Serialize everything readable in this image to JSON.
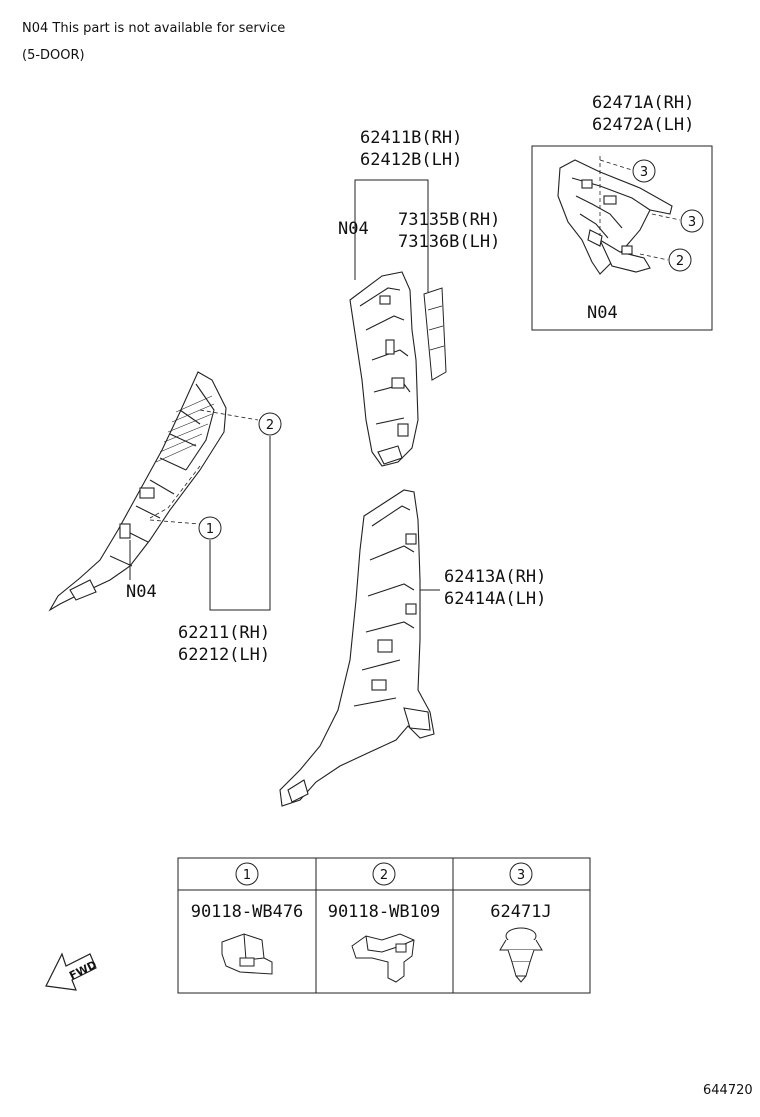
{
  "notes": {
    "n04_note": "N04  This part is not available for service",
    "door_note": "(5-DOOR)"
  },
  "labels": {
    "p62471": [
      "62471A(RH)",
      "62472A(LH)"
    ],
    "p62411": [
      "62411B(RH)",
      "62412B(LH)"
    ],
    "p73135": [
      "73135B(RH)",
      "73136B(LH)"
    ],
    "p62413": [
      "62413A(RH)",
      "62414A(LH)"
    ],
    "p62211": [
      "62211(RH)",
      "62212(LH)"
    ],
    "n04": "N04"
  },
  "callouts": [
    "1",
    "2",
    "3"
  ],
  "legend": {
    "headers": [
      "1",
      "2",
      "3"
    ],
    "parts": [
      "90118-WB476",
      "90118-WB109",
      "62471J"
    ]
  },
  "fwd": "FWD",
  "diagram_id": "644720"
}
